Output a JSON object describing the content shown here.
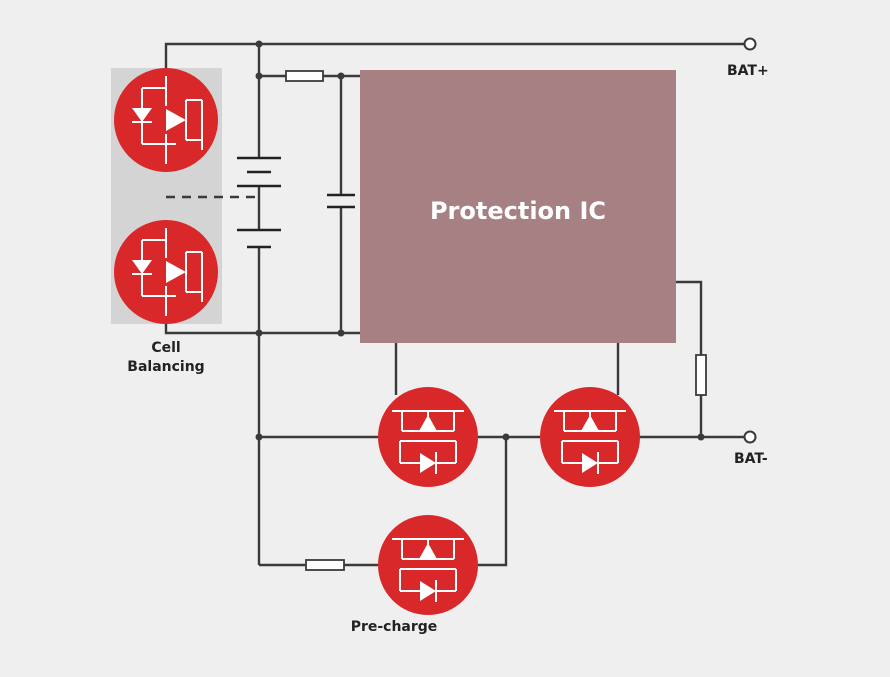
{
  "diagram": {
    "ic_label": "Protection IC",
    "terminals": {
      "bat_plus": "BAT+",
      "bat_minus": "BAT-"
    },
    "labels": {
      "cell_balancing_line1": "Cell",
      "cell_balancing_line2": "Balancing",
      "precharge": "Pre-charge"
    },
    "colors": {
      "background": "#efefef",
      "ic_box": "#a68083",
      "mosfet": "#d8282a",
      "balancing_group": "#d4d4d4",
      "wire": "#3a3a3a"
    },
    "icons": [
      "mosfet-icon",
      "resistor-icon",
      "capacitor-icon",
      "battery-cell-icon",
      "terminal-icon"
    ]
  }
}
